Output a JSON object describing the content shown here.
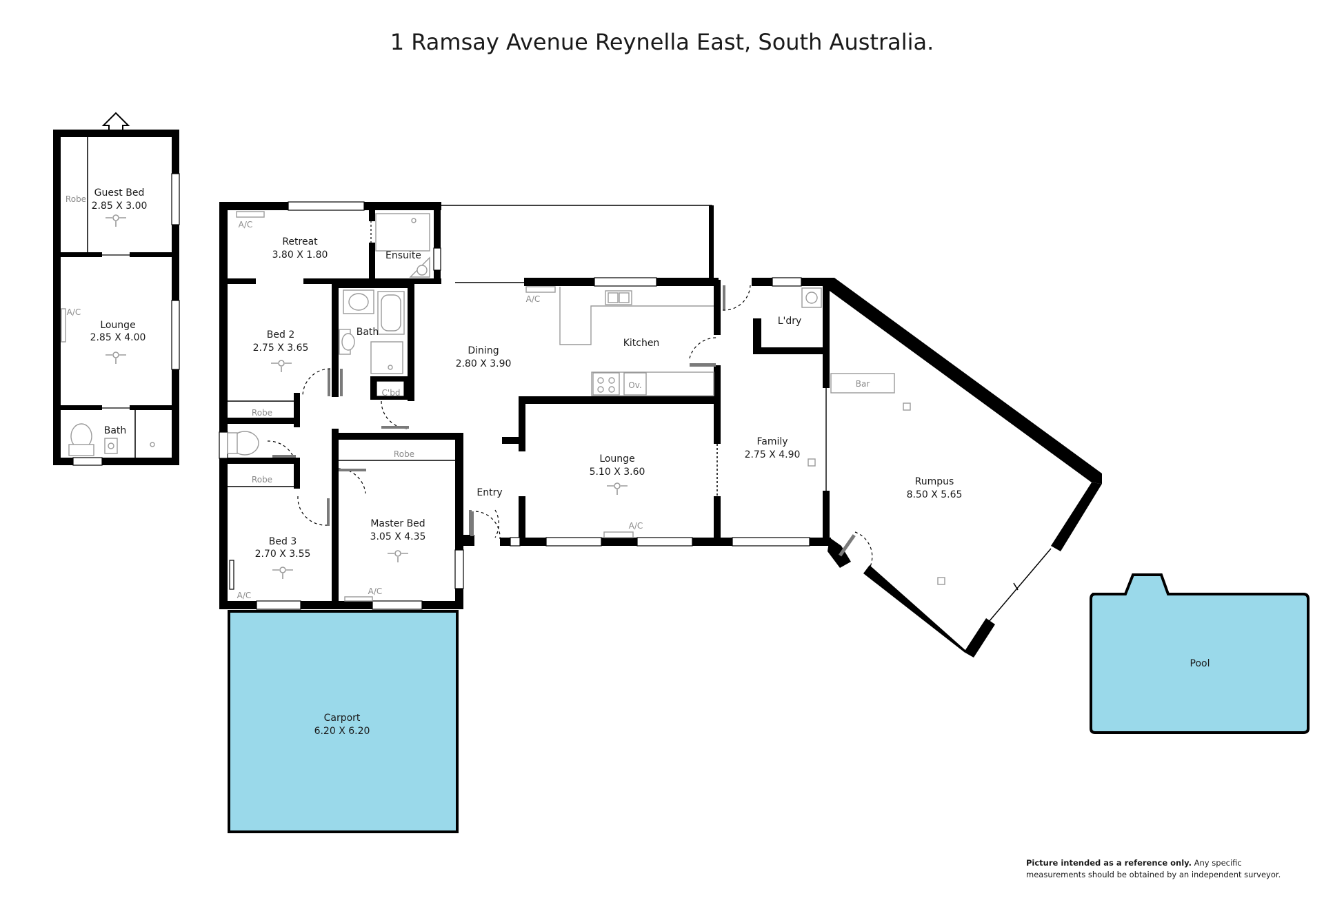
{
  "title": "1 Ramsay Avenue Reynella East, South Australia.",
  "disclaimer": {
    "bold": "Picture intended as a reference only.",
    "rest": " Any specific measurements should be obtained by an independent surveyor."
  },
  "rooms": {
    "guest_bed": {
      "name": "Guest Bed",
      "size": "2.85 X 3.00"
    },
    "granny_lounge": {
      "name": "Lounge",
      "size": "2.85 X 4.00"
    },
    "granny_bath": {
      "name": "Bath"
    },
    "retreat": {
      "name": "Retreat",
      "size": "3.80 X 1.80"
    },
    "ensuite": {
      "name": "Ensuite"
    },
    "bed2": {
      "name": "Bed 2",
      "size": "2.75 X 3.65"
    },
    "bath": {
      "name": "Bath"
    },
    "dining": {
      "name": "Dining",
      "size": "2.80 X 3.90"
    },
    "kitchen": {
      "name": "Kitchen"
    },
    "laundry": {
      "name": "L'dry"
    },
    "lounge": {
      "name": "Lounge",
      "size": "5.10 X 3.60"
    },
    "family": {
      "name": "Family",
      "size": "2.75 X 4.90"
    },
    "rumpus": {
      "name": "Rumpus",
      "size": "8.50 X 5.65"
    },
    "entry": {
      "name": "Entry"
    },
    "master_bed": {
      "name": "Master Bed",
      "size": "3.05 X 4.35"
    },
    "bed3": {
      "name": "Bed 3",
      "size": "2.70 X 3.55"
    },
    "carport": {
      "name": "Carport",
      "size": "6.20 X 6.20"
    },
    "pool": {
      "name": "Pool"
    }
  },
  "labels": {
    "robe": "Robe",
    "ac": "A/C",
    "cbd": "C'bd",
    "oven": "Ov.",
    "bar": "Bar"
  }
}
